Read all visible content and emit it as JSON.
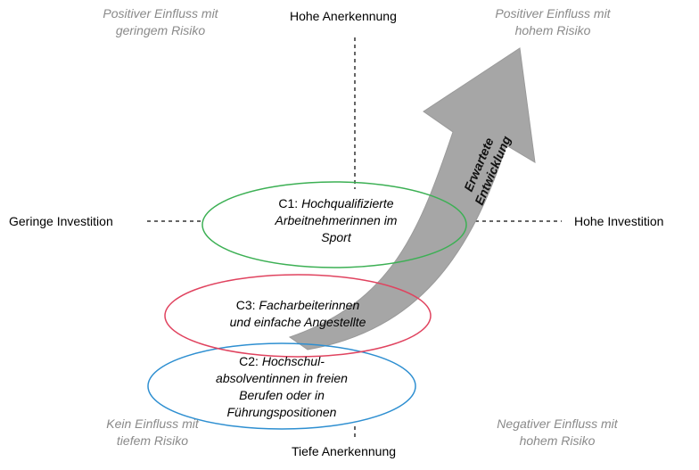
{
  "axes": {
    "top": "Hohe Anerkennung",
    "bottom": "Tiefe Anerkennung",
    "left": "Geringe Investition",
    "right": "Hohe Investition"
  },
  "quadrants": {
    "top_left": [
      "Positiver Einfluss mit",
      "geringem Risiko"
    ],
    "top_right": [
      "Positiver Einfluss mit",
      "hohem Risiko"
    ],
    "bottom_left": [
      "Kein Einfluss mit",
      "tiefem Risiko"
    ],
    "bottom_right": [
      "Negativer Einfluss mit",
      "hohem Risiko"
    ]
  },
  "clusters": {
    "c1": {
      "code": "C1:",
      "lines": [
        "Hochqualifizierte",
        "Arbeitnehmerinnen im",
        "Sport"
      ],
      "color": "#3cb054"
    },
    "c3": {
      "code": "C3:",
      "lines": [
        "Facharbeiterinnen",
        "und einfache Angestellte"
      ],
      "color": "#e0435f"
    },
    "c2": {
      "code": "C2:",
      "lines": [
        "Hochschul-",
        "absolventinnen in freien",
        "Berufen oder in",
        "Führungspositionen"
      ],
      "color": "#2e8fd1"
    }
  },
  "arrow": {
    "label": [
      "Erwartete",
      "Entwicklung"
    ],
    "color": "#a6a6a6"
  },
  "colors": {
    "axis_line": "#333333",
    "quadrant_text": "#8a8a8a"
  }
}
